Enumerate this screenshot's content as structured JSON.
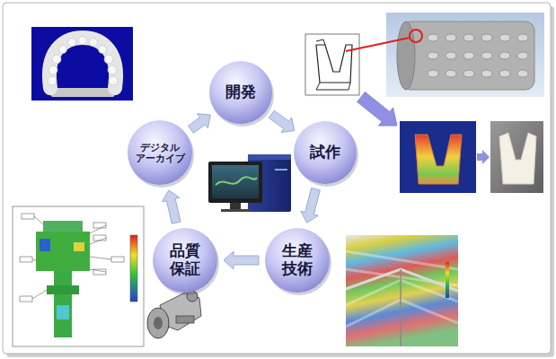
{
  "diagram": {
    "nodes": [
      {
        "text": [
          "開発"
        ]
      },
      {
        "text": [
          "試作"
        ]
      },
      {
        "text": [
          "生産 技術"
        ]
      },
      {
        "text": [
          "品質 保証"
        ]
      },
      {
        "text": [
          "デジタル アーカイブ"
        ]
      }
    ],
    "edges": [
      {
        "from": 0,
        "to": 1,
        "arrow": "to"
      },
      {
        "from": 1,
        "to": 2,
        "arrow": "to"
      },
      {
        "from": 2,
        "to": 3,
        "arrow": "to"
      },
      {
        "from": 3,
        "to": 4,
        "arrow": "to"
      },
      {
        "from": 4,
        "to": 0,
        "arrow": "to"
      }
    ]
  }
}
